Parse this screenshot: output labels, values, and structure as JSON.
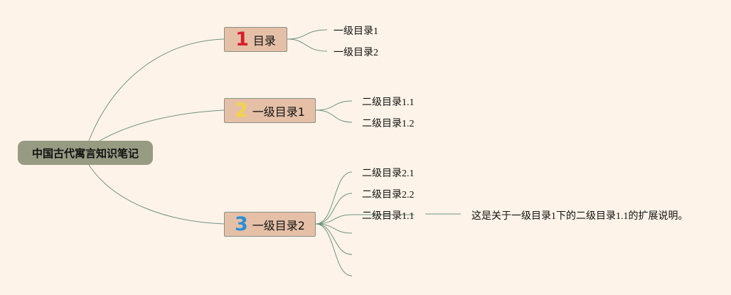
{
  "root": {
    "label": "中国古代寓言知识笔记"
  },
  "branches": [
    {
      "marker": "1",
      "marker_color": "#d81e2c",
      "label": "目录",
      "children": [
        "一级目录1",
        "一级目录2"
      ]
    },
    {
      "marker": "2",
      "marker_color": "#f3d24a",
      "label": "一级目录1",
      "children": [
        "二级目录1.1",
        "二级目录1.2"
      ]
    },
    {
      "marker": "3",
      "marker_color": "#2a8fd6",
      "label": "一级目录2",
      "children": [
        "二级目录2.1",
        "二级目录2.2",
        "二级目录1.1",
        "",
        "",
        ""
      ],
      "note": "这是关于一级目录1下的二级目录1.1的扩展说明。"
    }
  ],
  "colors": {
    "line": "#6f9484",
    "background": "#fdf3e8",
    "root_fill": "#979b82",
    "branch_fill": "#e5c0a7"
  }
}
